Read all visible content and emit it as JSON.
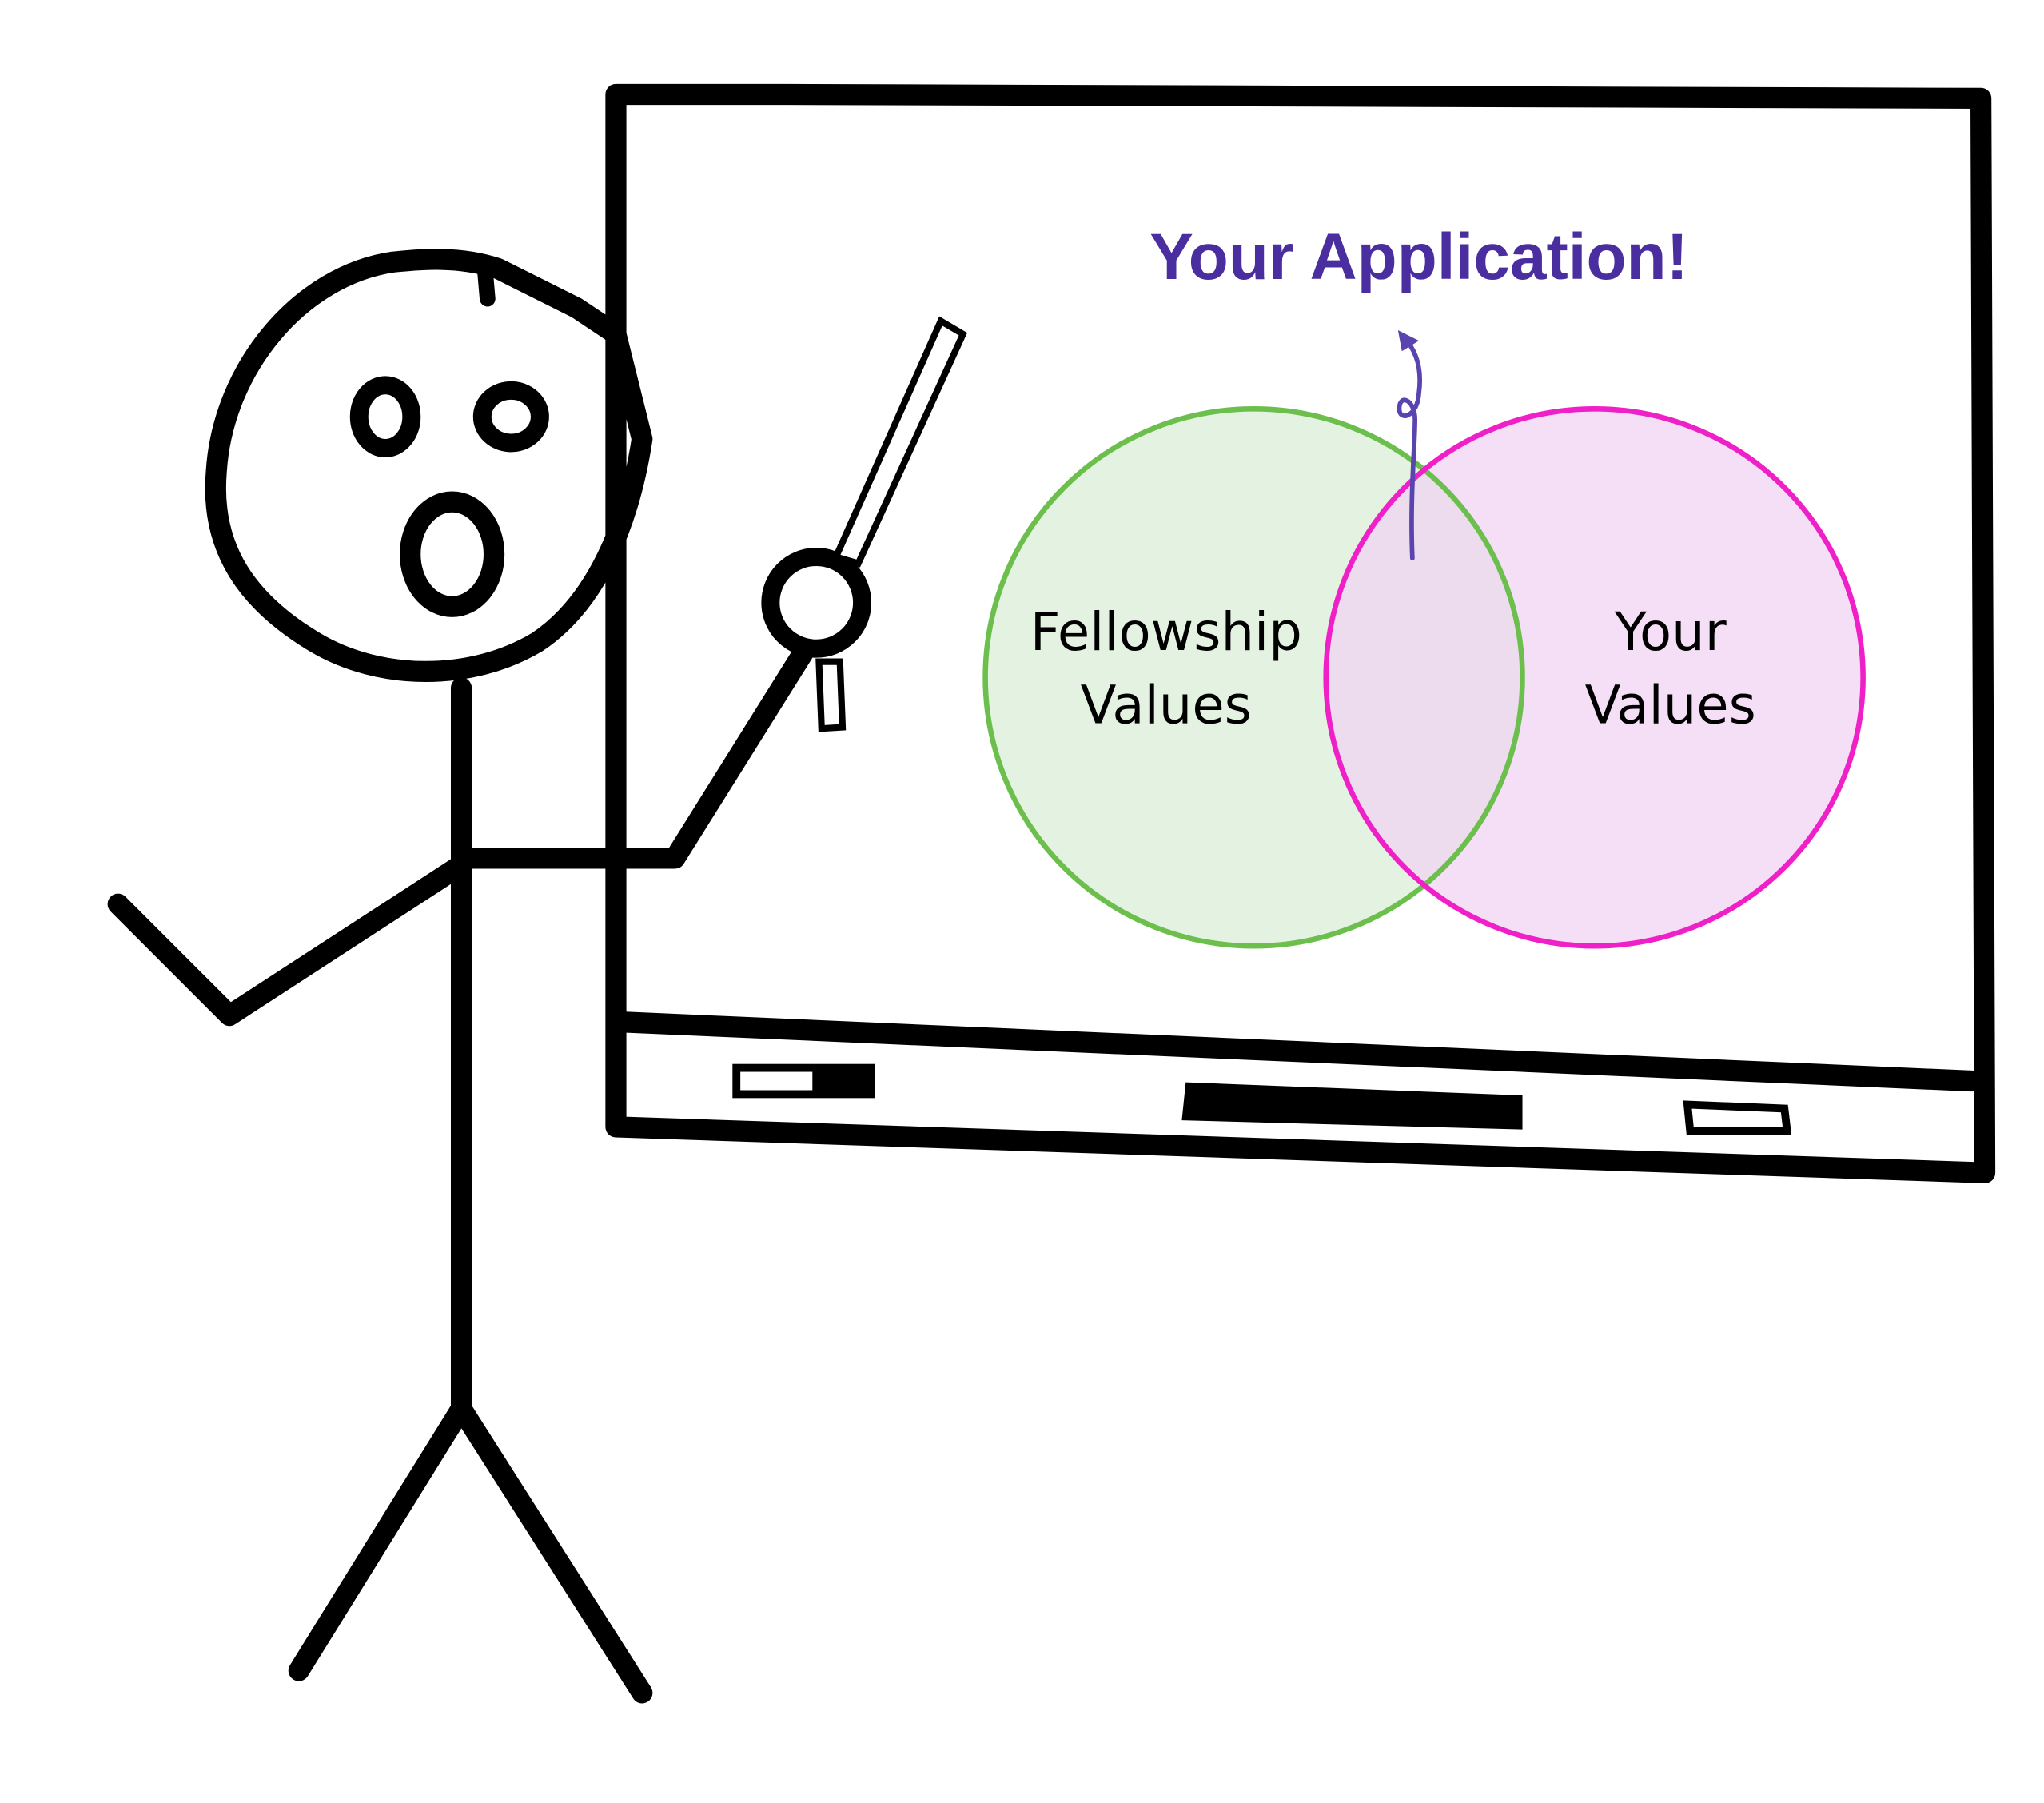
{
  "title": "Your Application!",
  "venn": {
    "left": {
      "line1": "Fellowship",
      "line2": "Values"
    },
    "right": {
      "line1": "Your",
      "line2": "Values"
    }
  },
  "colors": {
    "title": "#4a2ea0",
    "arrow": "#5a44b0",
    "green_stroke": "#6cbf4c",
    "green_fill": "#e3f2df",
    "pink_stroke": "#f020c8",
    "pink_fill": "#f0d2f4"
  }
}
